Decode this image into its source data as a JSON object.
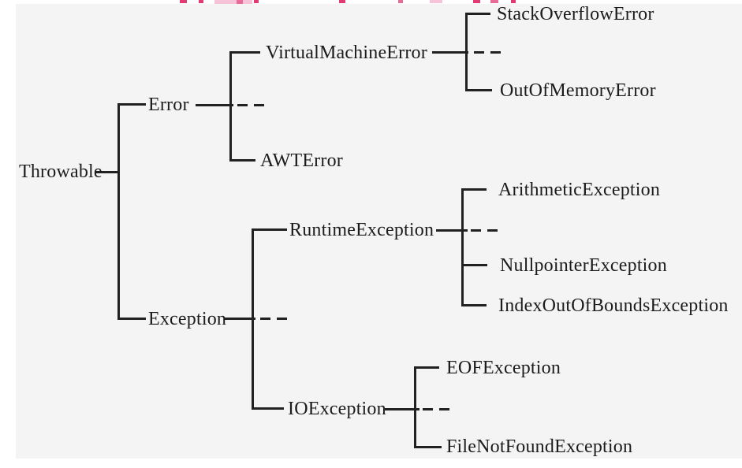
{
  "diagram": {
    "type": "class-hierarchy-tree",
    "root": "Throwable"
  },
  "tree": {
    "label": "Throwable",
    "children": [
      {
        "label": "Error",
        "has_more_children_dashed": true,
        "children": [
          {
            "label": "VirtualMachineError",
            "has_more_children_dashed": true,
            "children": [
              {
                "label": "StackOverflowError"
              },
              {
                "label": "OutOfMemoryError"
              }
            ]
          },
          {
            "label": "AWTError"
          }
        ]
      },
      {
        "label": "Exception",
        "has_more_children_dashed": true,
        "children": [
          {
            "label": "RuntimeException",
            "has_more_children_dashed": true,
            "children": [
              {
                "label": "ArithmeticException"
              },
              {
                "label": "NullpointerException"
              },
              {
                "label": "IndexOutOfBoundsException"
              }
            ]
          },
          {
            "label": "IOException",
            "has_more_children_dashed": true,
            "children": [
              {
                "label": "EOFException"
              },
              {
                "label": "FileNotFoundException"
              }
            ]
          }
        ]
      }
    ]
  },
  "colors": {
    "line": "#212121",
    "text": "#1c1c1c",
    "panel_background": "#f4f4f4",
    "page_background": "#ffffff",
    "cropped_fragment_pink": "#e23a74",
    "cropped_fragment_pink_light": "#f6c3d8"
  }
}
